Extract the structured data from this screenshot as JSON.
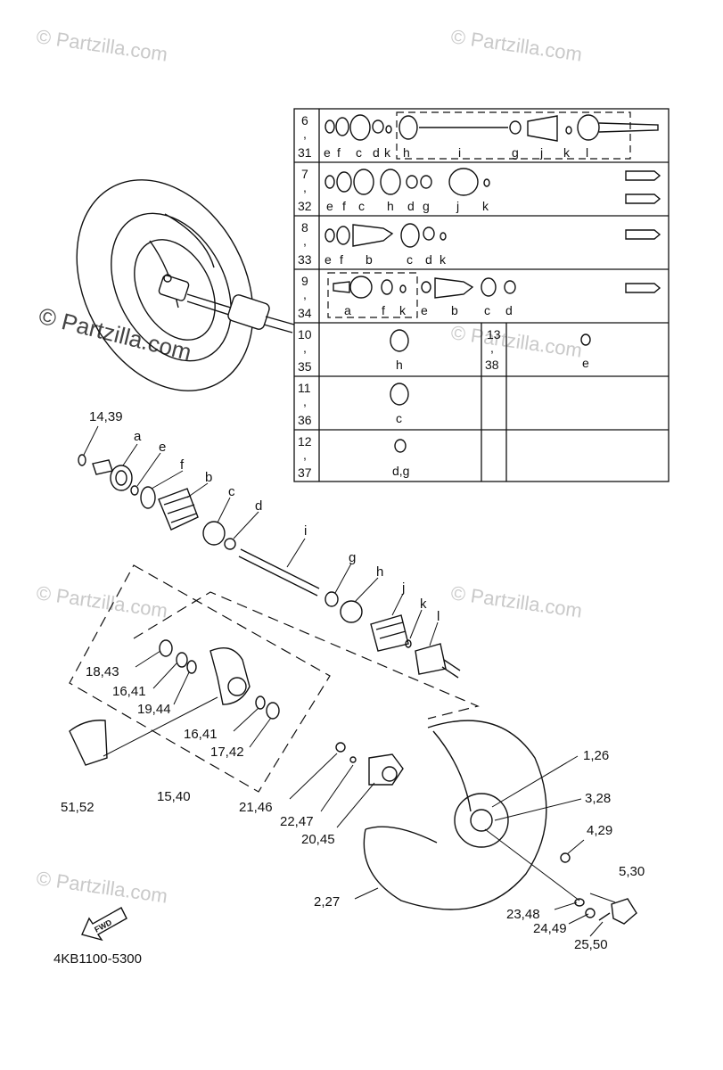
{
  "watermarks": {
    "text": "© Partzilla.com",
    "center_text": "© Partzilla.com"
  },
  "table": {
    "rows": [
      {
        "no": [
          "6",
          ",",
          "31"
        ],
        "letters": [
          "e",
          "f",
          "c",
          "d",
          "k",
          "h",
          "i",
          "g",
          "j",
          "k",
          "l"
        ]
      },
      {
        "no": [
          "7",
          ",",
          "32"
        ],
        "letters": [
          "e",
          "f",
          "c",
          "h",
          "d",
          "g",
          "j",
          "k"
        ]
      },
      {
        "no": [
          "8",
          ",",
          "33"
        ],
        "letters": [
          "e",
          "f",
          "b",
          "c",
          "d",
          "k"
        ]
      },
      {
        "no": [
          "9",
          ",",
          "34"
        ],
        "letters": [
          "a",
          "f",
          "k",
          "e",
          "b",
          "c",
          "d"
        ]
      },
      {
        "no": [
          "10",
          ",",
          "35"
        ],
        "letters": [
          "h"
        ],
        "right_no": [
          "13",
          ",",
          "38"
        ],
        "right_letters": [
          "e"
        ]
      },
      {
        "no": [
          "11",
          ",",
          "36"
        ],
        "letters": [
          "c"
        ]
      },
      {
        "no": [
          "12",
          ",",
          "37"
        ],
        "letters": [
          "d,g"
        ]
      }
    ]
  },
  "callouts": {
    "l1439": "14,39",
    "a": "a",
    "e": "e",
    "f": "f",
    "b": "b",
    "c": "c",
    "d": "d",
    "i": "i",
    "g": "g",
    "h": "h",
    "j": "j",
    "k": "k",
    "l": "l",
    "l1843": "18,43",
    "l1641a": "16,41",
    "l1944": "19,44",
    "l1641b": "16,41",
    "l1742": "17,42",
    "l5152": "51,52",
    "l1540": "15,40",
    "l2146": "21,46",
    "l2247": "22,47",
    "l2045": "20,45",
    "l126": "1,26",
    "l328": "3,28",
    "l429": "4,29",
    "l530": "5,30",
    "l227": "2,27",
    "l2348": "23,48",
    "l2449": "24,49",
    "l2550": "25,50"
  },
  "fwd_label": "FWD",
  "diagram_code": "4KB1100-5300"
}
